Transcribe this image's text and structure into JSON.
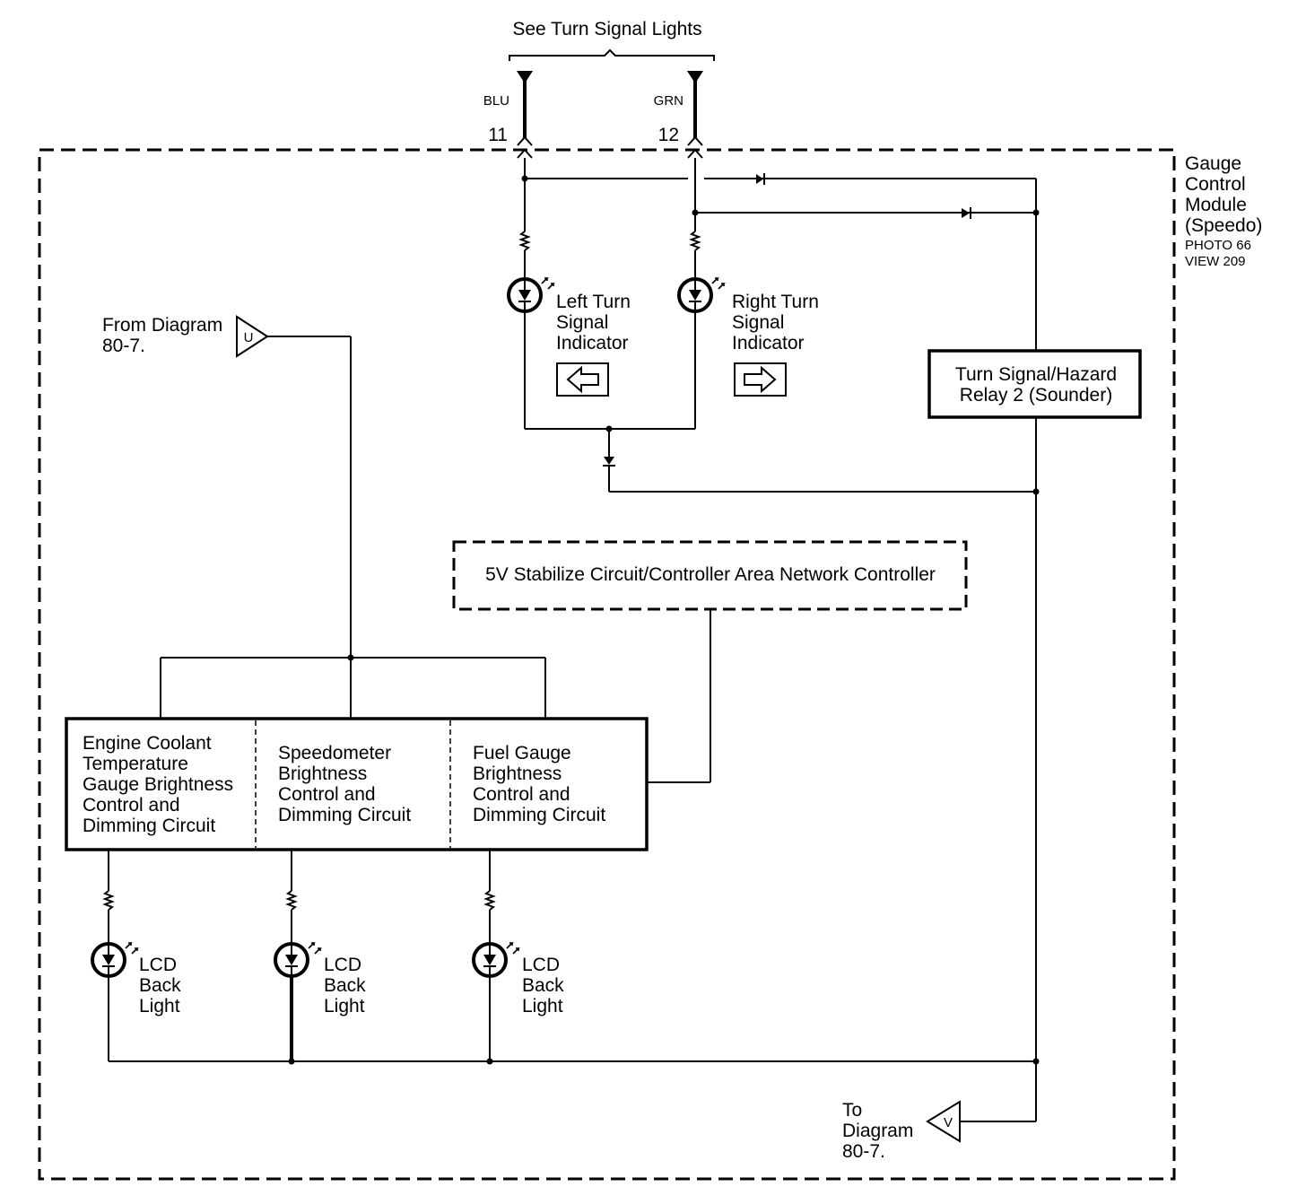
{
  "header": {
    "title": "See Turn Signal Lights"
  },
  "connectors": [
    {
      "wire_color": "BLU",
      "pin": "11"
    },
    {
      "wire_color": "GRN",
      "pin": "12"
    }
  ],
  "module": {
    "name_lines": [
      "Gauge",
      "Control",
      "Module",
      "(Speedo)"
    ],
    "photo": "PHOTO 66",
    "view": "VIEW 209"
  },
  "indicators": {
    "left": {
      "lines": [
        "Left Turn",
        "Signal",
        "Indicator"
      ],
      "arrow": "left-arrow-icon"
    },
    "right": {
      "lines": [
        "Right Turn",
        "Signal",
        "Indicator"
      ],
      "arrow": "right-arrow-icon"
    }
  },
  "relay": {
    "lines": [
      "Turn Signal/Hazard",
      "Relay 2 (Sounder)"
    ]
  },
  "offpage_in": {
    "lines": [
      "From Diagram",
      "80-7."
    ],
    "symbol": "U"
  },
  "offpage_out": {
    "lines": [
      "To",
      "Diagram",
      "80-7."
    ],
    "symbol": "V"
  },
  "controller": {
    "label": "5V Stabilize Circuit/Controller Area Network Controller"
  },
  "circuits": [
    {
      "lines": [
        "Engine Coolant",
        "Temperature",
        "Gauge Brightness",
        "Control and",
        "Dimming Circuit"
      ]
    },
    {
      "lines": [
        "Speedometer",
        "Brightness",
        "Control and",
        "Dimming Circuit"
      ]
    },
    {
      "lines": [
        "Fuel Gauge",
        "Brightness",
        "Control and",
        "Dimming Circuit"
      ]
    }
  ],
  "backlights": [
    {
      "lines": [
        "LCD",
        "Back",
        "Light"
      ]
    },
    {
      "lines": [
        "LCD",
        "Back",
        "Light"
      ]
    },
    {
      "lines": [
        "LCD",
        "Back",
        "Light"
      ]
    }
  ]
}
